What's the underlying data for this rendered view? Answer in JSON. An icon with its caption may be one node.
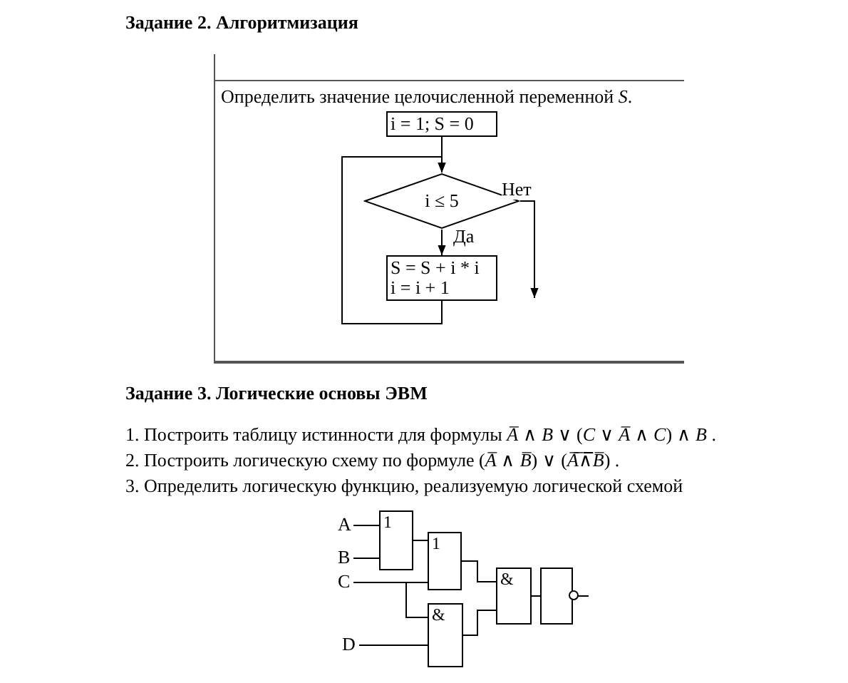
{
  "diagram": {
    "nodes": [
      {
        "text": [
          "i = 1; S = 0"
        ]
      },
      {
        "text": [
          "i ≤ 5"
        ]
      },
      {
        "text": [
          "S = S + i * i",
          "i = i + 1"
        ]
      },
      {
        "text": [
          "A"
        ]
      },
      {
        "text": [
          "B"
        ]
      },
      {
        "text": [
          "C"
        ]
      },
      {
        "text": [
          "D"
        ]
      },
      {
        "text": [
          "1"
        ]
      },
      {
        "text": [
          "1"
        ]
      },
      {
        "text": [
          "&"
        ]
      },
      {
        "text": [
          "&"
        ]
      },
      {
        "text": [],
        "shape": "box"
      }
    ],
    "edges": [
      {
        "from": 0,
        "to": 1,
        "arrow": "to"
      },
      {
        "from": 1,
        "to": 2,
        "arrow": "to",
        "label": "Да"
      },
      {
        "from": 1,
        "to": null,
        "arrow": "to",
        "label": "Нет"
      },
      {
        "from": 2,
        "to": 1,
        "arrow": "to"
      },
      {
        "from": 3,
        "to": 7,
        "arrow": "none"
      },
      {
        "from": 4,
        "to": 7,
        "arrow": "none"
      },
      {
        "from": 7,
        "to": 8,
        "arrow": "none"
      },
      {
        "from": 5,
        "to": 8,
        "arrow": "none"
      },
      {
        "from": 5,
        "to": 10,
        "arrow": "none"
      },
      {
        "from": 6,
        "to": 10,
        "arrow": "none"
      },
      {
        "from": 8,
        "to": 9,
        "arrow": "none"
      },
      {
        "from": 10,
        "to": 9,
        "arrow": "none"
      },
      {
        "from": 9,
        "to": 11,
        "arrow": "none"
      },
      {
        "from": 11,
        "to": null,
        "arrow": "none"
      }
    ],
    "labels": [
      "Задание 2. Алгоритмизация",
      "Определить значение целочисленной переменной *S*.",
      "Задание 3. Логические основы ЭВМ",
      "1. Построить таблицу истинности для формулы *A̅* ∧ *B* ∨ (*C* ∨ *A̅* ∧ *C*) ∧ *B* .",
      "2. Построить логическую схему по формуле (*A̅* ∧ *B̅*) ∨ (*A̅*̅∧̅*B̅*) .",
      "3. Определить логическую функцию, реализуемую логической схемой"
    ]
  }
}
